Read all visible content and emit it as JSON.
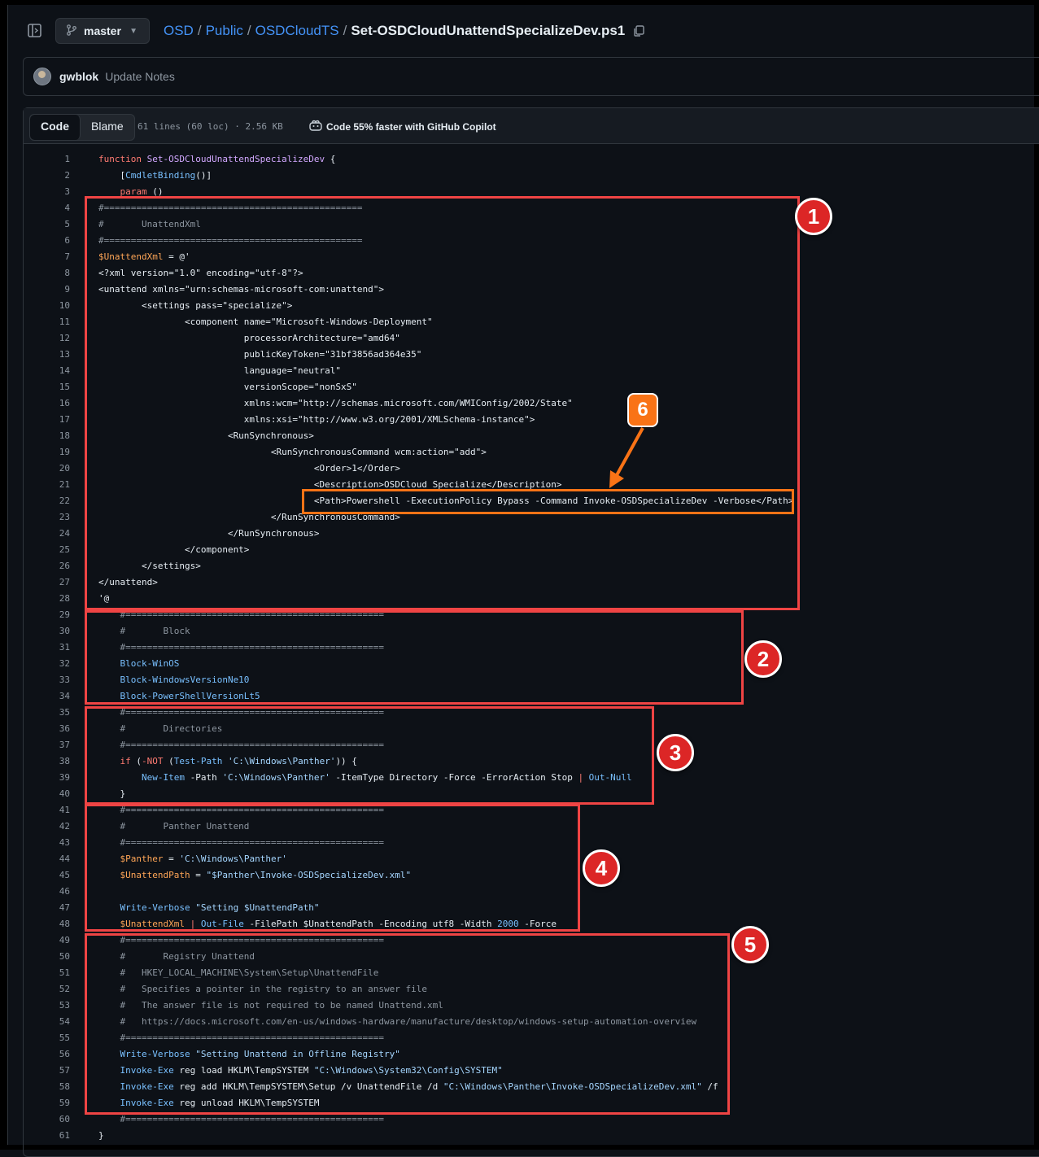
{
  "topbar": {
    "branch": "master",
    "breadcrumb": {
      "org": "OSD",
      "repo": "Public",
      "folder": "OSDCloudTS",
      "file": "Set-OSDCloudUnattendSpecializeDev.ps1"
    }
  },
  "commit": {
    "author": "gwblok",
    "message": "Update Notes"
  },
  "file_header": {
    "tab_code": "Code",
    "tab_blame": "Blame",
    "info": "61 lines (60 loc) · 2.56 KB",
    "copilot": "Code 55% faster with GitHub Copilot"
  },
  "annotations": {
    "b1": "1",
    "b2": "2",
    "b3": "3",
    "b4": "4",
    "b5": "5",
    "b6": "6"
  },
  "code_lines": [
    {
      "n": "1",
      "t": [
        [
          "k",
          "function"
        ],
        [
          "",
          ""
        ],
        [
          "f",
          " Set-OSDCloudUnattendSpecializeDev"
        ],
        [
          "",
          " {"
        ]
      ]
    },
    {
      "n": "2",
      "t": [
        [
          "",
          "    ["
        ],
        [
          "b",
          "CmdletBinding"
        ],
        [
          "",
          "()]"
        ]
      ]
    },
    {
      "n": "3",
      "t": [
        [
          "k",
          "    param"
        ],
        [
          "",
          " ()"
        ]
      ]
    },
    {
      "n": "4",
      "t": [
        [
          "c",
          "#================================================"
        ]
      ]
    },
    {
      "n": "5",
      "t": [
        [
          "c",
          "#       UnattendXml"
        ]
      ]
    },
    {
      "n": "6",
      "t": [
        [
          "c",
          "#================================================"
        ]
      ]
    },
    {
      "n": "7",
      "t": [
        [
          "v",
          "$UnattendXml"
        ],
        [
          "",
          " = @'"
        ]
      ]
    },
    {
      "n": "8",
      "t": [
        [
          "",
          "<?xml version=\"1.0\" encoding=\"utf-8\"?>"
        ]
      ]
    },
    {
      "n": "9",
      "t": [
        [
          "",
          "<unattend xmlns=\"urn:schemas-microsoft-com:unattend\">"
        ]
      ]
    },
    {
      "n": "10",
      "t": [
        [
          "",
          "        <settings pass=\"specialize\">"
        ]
      ]
    },
    {
      "n": "11",
      "t": [
        [
          "",
          "                <component name=\"Microsoft-Windows-Deployment\""
        ]
      ]
    },
    {
      "n": "12",
      "t": [
        [
          "",
          "                           processorArchitecture=\"amd64\""
        ]
      ]
    },
    {
      "n": "13",
      "t": [
        [
          "",
          "                           publicKeyToken=\"31bf3856ad364e35\""
        ]
      ]
    },
    {
      "n": "14",
      "t": [
        [
          "",
          "                           language=\"neutral\""
        ]
      ]
    },
    {
      "n": "15",
      "t": [
        [
          "",
          "                           versionScope=\"nonSxS\""
        ]
      ]
    },
    {
      "n": "16",
      "t": [
        [
          "",
          "                           xmlns:wcm=\"http://schemas.microsoft.com/WMIConfig/2002/State\""
        ]
      ]
    },
    {
      "n": "17",
      "t": [
        [
          "",
          "                           xmlns:xsi=\"http://www.w3.org/2001/XMLSchema-instance\">"
        ]
      ]
    },
    {
      "n": "18",
      "t": [
        [
          "",
          "                        <RunSynchronous>"
        ]
      ]
    },
    {
      "n": "19",
      "t": [
        [
          "",
          "                                <RunSynchronousCommand wcm:action=\"add\">"
        ]
      ]
    },
    {
      "n": "20",
      "t": [
        [
          "",
          "                                        <Order>1</Order>"
        ]
      ]
    },
    {
      "n": "21",
      "t": [
        [
          "",
          "                                        <Description>OSDCloud Specialize</Description>"
        ]
      ]
    },
    {
      "n": "22",
      "t": [
        [
          "",
          "                                        <Path>Powershell -ExecutionPolicy Bypass -Command Invoke-OSDSpecializeDev -Verbose</Path>"
        ]
      ]
    },
    {
      "n": "23",
      "t": [
        [
          "",
          "                                </RunSynchronousCommand>"
        ]
      ]
    },
    {
      "n": "24",
      "t": [
        [
          "",
          "                        </RunSynchronous>"
        ]
      ]
    },
    {
      "n": "25",
      "t": [
        [
          "",
          "                </component>"
        ]
      ]
    },
    {
      "n": "26",
      "t": [
        [
          "",
          "        </settings>"
        ]
      ]
    },
    {
      "n": "27",
      "t": [
        [
          "",
          "</unattend>"
        ]
      ]
    },
    {
      "n": "28",
      "t": [
        [
          "",
          "'@"
        ]
      ]
    },
    {
      "n": "29",
      "t": [
        [
          "c",
          "    #================================================"
        ]
      ]
    },
    {
      "n": "30",
      "t": [
        [
          "c",
          "    #       Block"
        ]
      ]
    },
    {
      "n": "31",
      "t": [
        [
          "c",
          "    #================================================"
        ]
      ]
    },
    {
      "n": "32",
      "t": [
        [
          "b",
          "    Block-WinOS"
        ]
      ]
    },
    {
      "n": "33",
      "t": [
        [
          "b",
          "    Block-WindowsVersionNe10"
        ]
      ]
    },
    {
      "n": "34",
      "t": [
        [
          "b",
          "    Block-PowerShellVersionLt5"
        ]
      ]
    },
    {
      "n": "35",
      "t": [
        [
          "c",
          "    #================================================"
        ]
      ]
    },
    {
      "n": "36",
      "t": [
        [
          "c",
          "    #       Directories"
        ]
      ]
    },
    {
      "n": "37",
      "t": [
        [
          "c",
          "    #================================================"
        ]
      ]
    },
    {
      "n": "38",
      "t": [
        [
          "k",
          "    if"
        ],
        [
          "",
          " ("
        ],
        [
          "k",
          "-NOT"
        ],
        [
          "",
          " ("
        ],
        [
          "b",
          "Test-Path"
        ],
        [
          "s",
          " 'C:\\Windows\\Panther'"
        ],
        [
          "",
          "))"
        ],
        [
          "",
          " {"
        ]
      ]
    },
    {
      "n": "39",
      "t": [
        [
          "b",
          "        New-Item"
        ],
        [
          "",
          " -Path"
        ],
        [
          "s",
          " 'C:\\Windows\\Panther'"
        ],
        [
          "",
          " -ItemType Directory -Force -ErrorAction Stop "
        ],
        [
          "k",
          "|"
        ],
        [
          "b",
          " Out-Null"
        ]
      ]
    },
    {
      "n": "40",
      "t": [
        [
          "",
          "    }"
        ]
      ]
    },
    {
      "n": "41",
      "t": [
        [
          "c",
          "    #================================================"
        ]
      ]
    },
    {
      "n": "42",
      "t": [
        [
          "c",
          "    #       Panther Unattend"
        ]
      ]
    },
    {
      "n": "43",
      "t": [
        [
          "c",
          "    #================================================"
        ]
      ]
    },
    {
      "n": "44",
      "t": [
        [
          "v",
          "    $Panther"
        ],
        [
          "",
          " = "
        ],
        [
          "s",
          "'C:\\Windows\\Panther'"
        ]
      ]
    },
    {
      "n": "45",
      "t": [
        [
          "v",
          "    $UnattendPath"
        ],
        [
          "",
          " = "
        ],
        [
          "s",
          "\"$Panther\\Invoke-OSDSpecializeDev.xml\""
        ]
      ]
    },
    {
      "n": "46",
      "t": [
        [
          "",
          ""
        ]
      ]
    },
    {
      "n": "47",
      "t": [
        [
          "b",
          "    Write-Verbose"
        ],
        [
          "s",
          " \"Setting $UnattendPath\""
        ]
      ]
    },
    {
      "n": "48",
      "t": [
        [
          "v",
          "    $UnattendXml"
        ],
        [
          "k",
          " |"
        ],
        [
          "b",
          " Out-File"
        ],
        [
          "",
          " -FilePath $UnattendPath -Encoding utf8 -Width "
        ],
        [
          "b",
          "2000"
        ],
        [
          "",
          " -Force"
        ]
      ]
    },
    {
      "n": "49",
      "t": [
        [
          "c",
          "    #================================================"
        ]
      ]
    },
    {
      "n": "50",
      "t": [
        [
          "c",
          "    #       Registry Unattend"
        ]
      ]
    },
    {
      "n": "51",
      "t": [
        [
          "c",
          "    #   HKEY_LOCAL_MACHINE\\System\\Setup\\UnattendFile"
        ]
      ]
    },
    {
      "n": "52",
      "t": [
        [
          "c",
          "    #   Specifies a pointer in the registry to an answer file"
        ]
      ]
    },
    {
      "n": "53",
      "t": [
        [
          "c",
          "    #   The answer file is not required to be named Unattend.xml"
        ]
      ]
    },
    {
      "n": "54",
      "t": [
        [
          "c",
          "    #   https://docs.microsoft.com/en-us/windows-hardware/manufacture/desktop/windows-setup-automation-overview"
        ]
      ]
    },
    {
      "n": "55",
      "t": [
        [
          "c",
          "    #================================================"
        ]
      ]
    },
    {
      "n": "56",
      "t": [
        [
          "b",
          "    Write-Verbose"
        ],
        [
          "s",
          " \"Setting Unattend in Offline Registry\""
        ]
      ]
    },
    {
      "n": "57",
      "t": [
        [
          "b",
          "    Invoke-Exe"
        ],
        [
          "",
          " reg load HKLM\\TempSYSTEM "
        ],
        [
          "s",
          "\"C:\\Windows\\System32\\Config\\SYSTEM\""
        ]
      ]
    },
    {
      "n": "58",
      "t": [
        [
          "b",
          "    Invoke-Exe"
        ],
        [
          "",
          " reg add HKLM\\TempSYSTEM\\Setup /v UnattendFile /d "
        ],
        [
          "s",
          "\"C:\\Windows\\Panther\\Invoke-OSDSpecializeDev.xml\""
        ],
        [
          "",
          " /f"
        ]
      ]
    },
    {
      "n": "59",
      "t": [
        [
          "b",
          "    Invoke-Exe"
        ],
        [
          "",
          " reg unload HKLM\\TempSYSTEM"
        ]
      ]
    },
    {
      "n": "60",
      "t": [
        [
          "c",
          "    #================================================"
        ]
      ]
    },
    {
      "n": "61",
      "t": [
        [
          "",
          "}"
        ]
      ]
    }
  ]
}
